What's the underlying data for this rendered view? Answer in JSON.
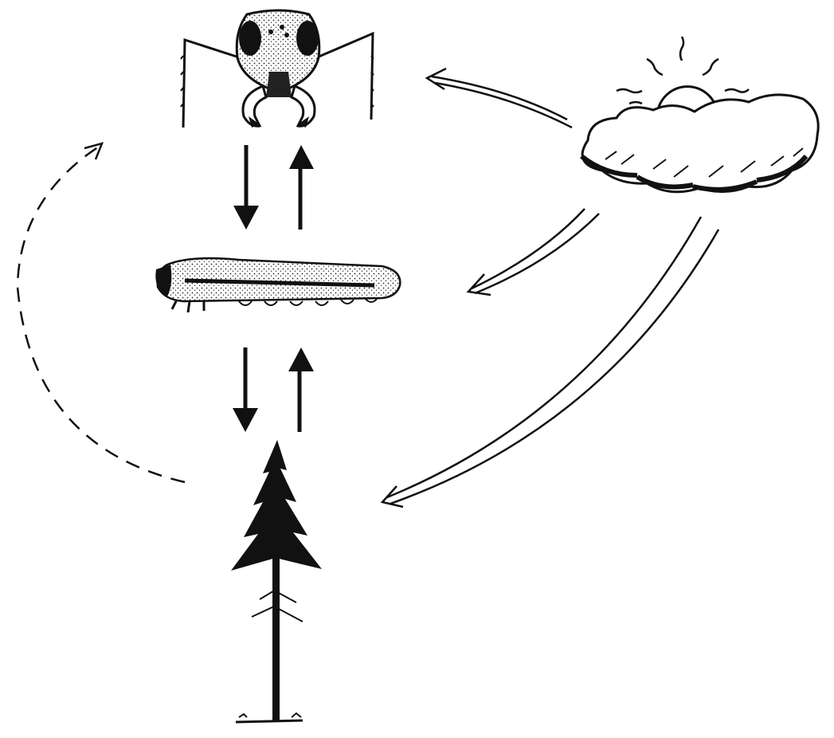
{
  "diagram": {
    "nodes": [
      {
        "id": "ant",
        "depicts": "ant-head-icon"
      },
      {
        "id": "caterpillar",
        "depicts": "caterpillar-icon"
      },
      {
        "id": "tree",
        "depicts": "spruce-tree-icon"
      },
      {
        "id": "weather",
        "depicts": "sun-and-cloud-icon"
      }
    ],
    "edges": [
      {
        "from": "ant",
        "to": "caterpillar",
        "style": "solid"
      },
      {
        "from": "caterpillar",
        "to": "ant",
        "style": "solid"
      },
      {
        "from": "caterpillar",
        "to": "tree",
        "style": "solid"
      },
      {
        "from": "tree",
        "to": "caterpillar",
        "style": "solid"
      },
      {
        "from": "weather",
        "to": "ant",
        "style": "double-line"
      },
      {
        "from": "weather",
        "to": "caterpillar",
        "style": "double-line"
      },
      {
        "from": "weather",
        "to": "tree",
        "style": "double-line"
      },
      {
        "from": "tree",
        "to": "ant",
        "style": "dashed"
      }
    ],
    "colors": {
      "ink": "#111111",
      "background": "#ffffff"
    }
  }
}
